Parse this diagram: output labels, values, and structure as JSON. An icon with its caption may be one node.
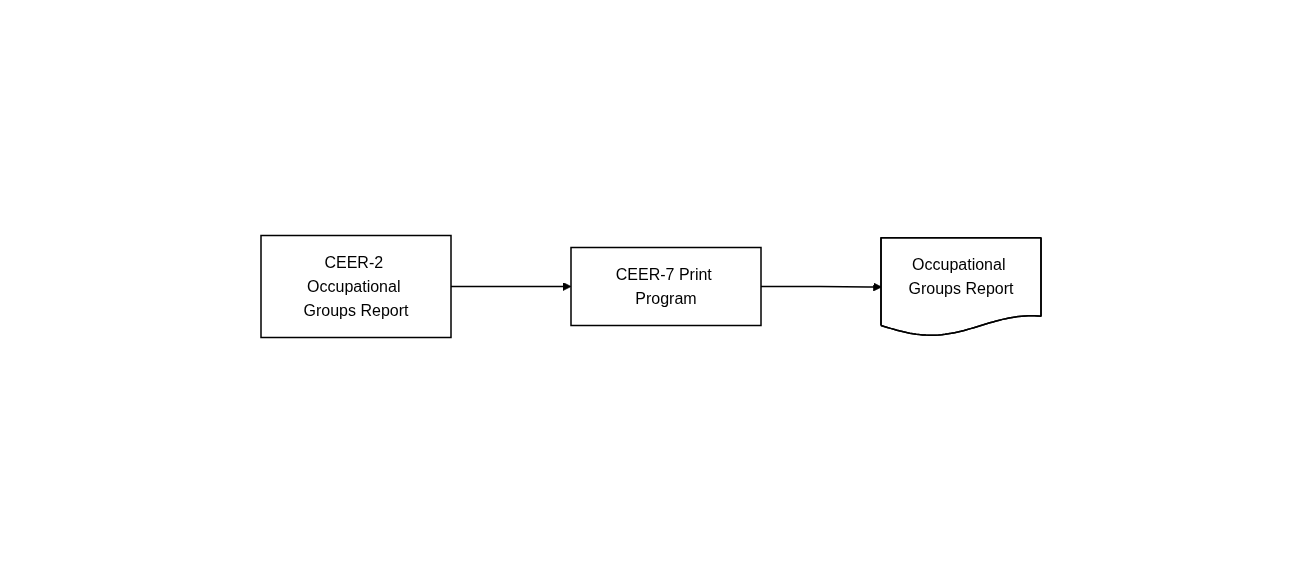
{
  "diagram": {
    "nodes": [
      {
        "text": [
          "CEER-2 Occupational Groups Report"
        ]
      },
      {
        "text": [
          "CEER-7 Print Program"
        ]
      },
      {
        "text": [
          "Occupational Groups Report"
        ]
      }
    ],
    "edges": [
      {
        "from": 0,
        "to": 1,
        "arrow": "to"
      },
      {
        "from": 1,
        "to": 2,
        "arrow": "to"
      }
    ]
  }
}
